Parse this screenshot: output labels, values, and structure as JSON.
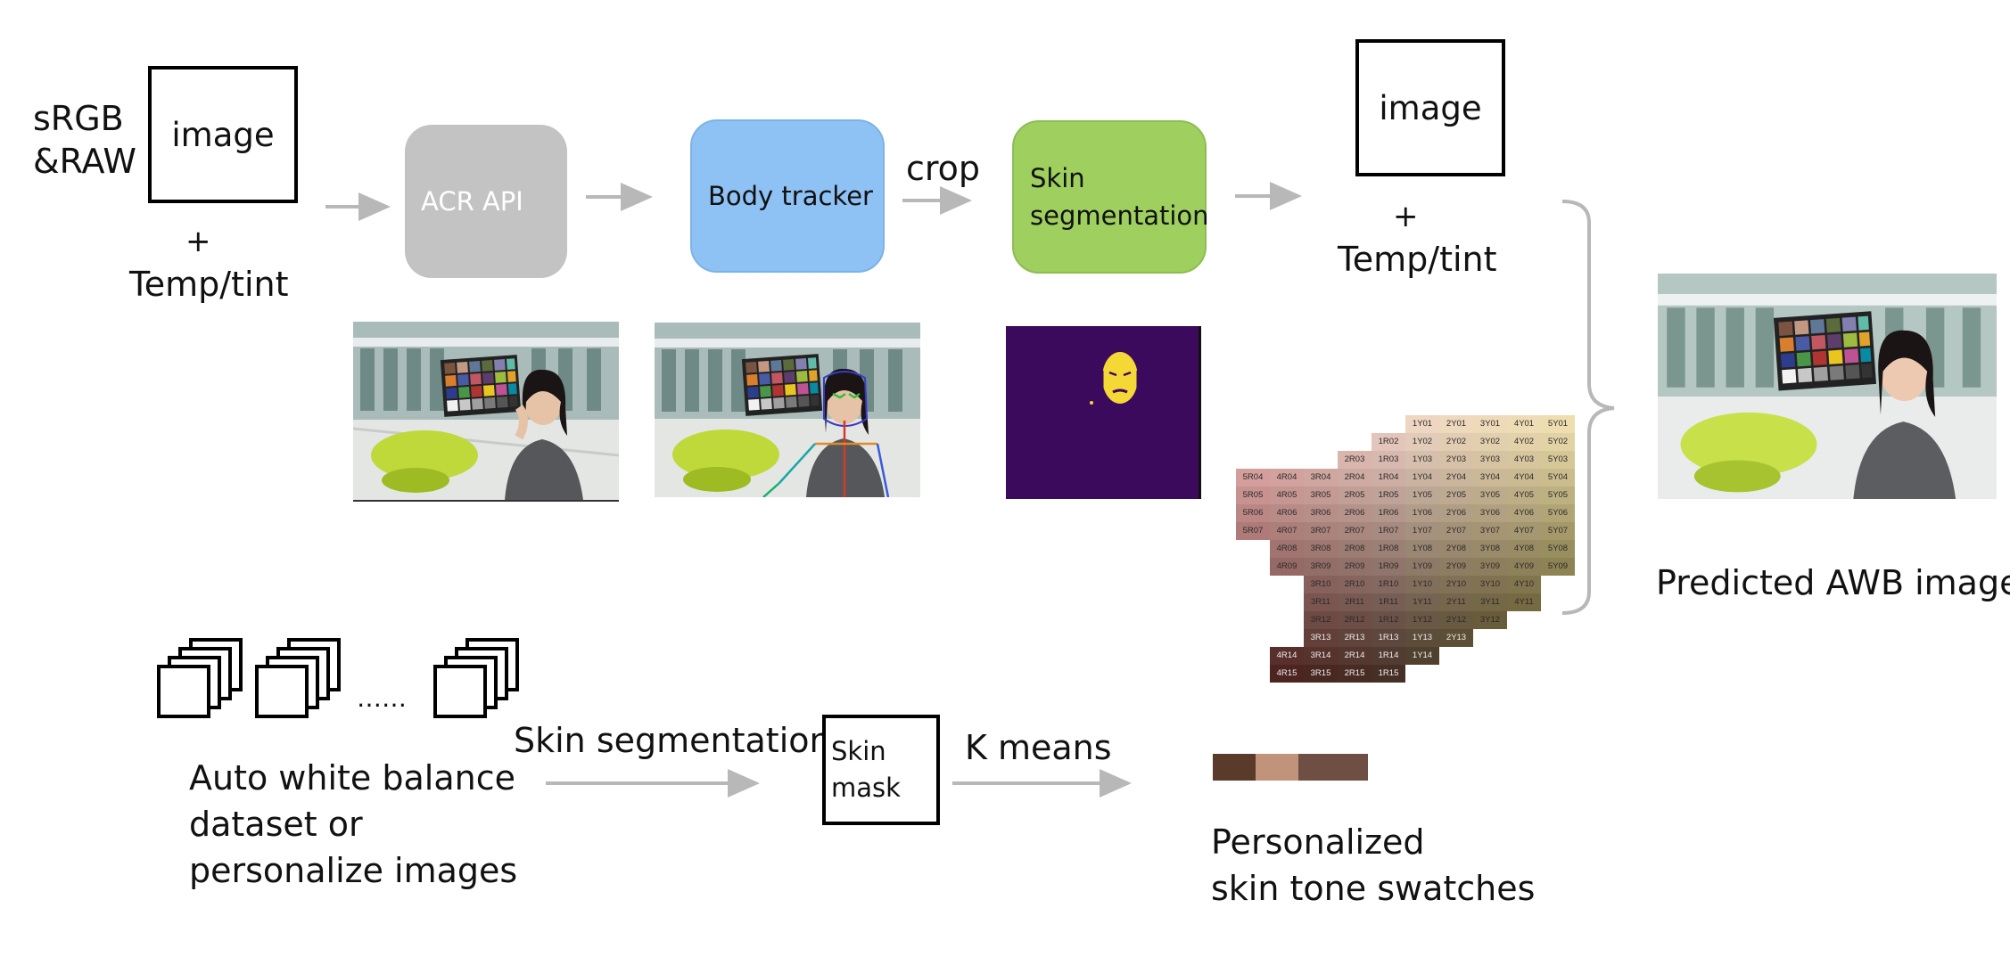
{
  "colors": {
    "arrow": "#b8b8b8",
    "acr": "#c3c3c3",
    "body_tracker": "#8ec2f4",
    "skin_seg": "#9fcf5f",
    "mask_bg": "#3b0a5c",
    "mask_face": "#f5d836",
    "swatch_1": "#5a3a2b",
    "swatch_2": "#c1937b",
    "swatch_3": "#6f4f44",
    "title_partial": "#e0361f"
  },
  "input": {
    "label": [
      "sRGB",
      "&RAW"
    ],
    "box_label": "image",
    "plus": "+",
    "temp_tint": "Temp/tint"
  },
  "stages": {
    "acr": "ACR API",
    "body_tracker": "Body tracker",
    "crop": "crop",
    "skin_seg": [
      "Skin",
      "segmentation"
    ]
  },
  "output_mid": {
    "box_label": "image",
    "plus": "+",
    "temp_tint": "Temp/tint"
  },
  "predicted": {
    "label": "Predicted AWB image"
  },
  "bottom": {
    "dots": "……",
    "dataset_label": [
      "Auto white balance",
      "dataset or",
      "personalize images"
    ],
    "skin_segmentation": "Skin segmentation",
    "skin_mask": [
      "Skin",
      "mask"
    ],
    "k_means": "K means",
    "swatch_label": [
      "Personalized",
      "skin tone swatches"
    ]
  },
  "skin_grid": {
    "rows": [
      {
        "cells": [
          "1Y01",
          "2Y01",
          "3Y01",
          "4Y01",
          "5Y01"
        ],
        "offset": 5
      },
      {
        "cells": [
          "1R02",
          "1Y02",
          "2Y02",
          "3Y02",
          "4Y02",
          "5Y02"
        ],
        "offset": 4
      },
      {
        "cells": [
          "2R03",
          "1R03",
          "1Y03",
          "2Y03",
          "3Y03",
          "4Y03",
          "5Y03"
        ],
        "offset": 3
      },
      {
        "cells": [
          "5R04",
          "4R04",
          "3R04",
          "2R04",
          "1R04",
          "1Y04",
          "2Y04",
          "3Y04",
          "4Y04",
          "5Y04"
        ],
        "offset": 0
      },
      {
        "cells": [
          "5R05",
          "4R05",
          "3R05",
          "2R05",
          "1R05",
          "1Y05",
          "2Y05",
          "3Y05",
          "4Y05",
          "5Y05"
        ],
        "offset": 0
      },
      {
        "cells": [
          "5R06",
          "4R06",
          "3R06",
          "2R06",
          "1R06",
          "1Y06",
          "2Y06",
          "3Y06",
          "4Y06",
          "5Y06"
        ],
        "offset": 0
      },
      {
        "cells": [
          "5R07",
          "4R07",
          "3R07",
          "2R07",
          "1R07",
          "1Y07",
          "2Y07",
          "3Y07",
          "4Y07",
          "5Y07"
        ],
        "offset": 0
      },
      {
        "cells": [
          "4R08",
          "3R08",
          "2R08",
          "1R08",
          "1Y08",
          "2Y08",
          "3Y08",
          "4Y08",
          "5Y08"
        ],
        "offset": 1
      },
      {
        "cells": [
          "4R09",
          "3R09",
          "2R09",
          "1R09",
          "1Y09",
          "2Y09",
          "3Y09",
          "4Y09",
          "5Y09"
        ],
        "offset": 1
      },
      {
        "cells": [
          "3R10",
          "2R10",
          "1R10",
          "1Y10",
          "2Y10",
          "3Y10",
          "4Y10"
        ],
        "offset": 2
      },
      {
        "cells": [
          "3R11",
          "2R11",
          "1R11",
          "1Y11",
          "2Y11",
          "3Y11",
          "4Y11"
        ],
        "offset": 2
      },
      {
        "cells": [
          "3R12",
          "2R12",
          "1R12",
          "1Y12",
          "2Y12",
          "3Y12"
        ],
        "offset": 2
      },
      {
        "cells": [
          "3R13",
          "2R13",
          "1R13",
          "1Y13",
          "2Y13"
        ],
        "offset": 2
      },
      {
        "cells": [
          "4R14",
          "3R14",
          "2R14",
          "1R14",
          "1Y14"
        ],
        "offset": 1
      },
      {
        "cells": [
          "4R15",
          "3R15",
          "2R15",
          "1R15"
        ],
        "offset": 1
      }
    ]
  }
}
